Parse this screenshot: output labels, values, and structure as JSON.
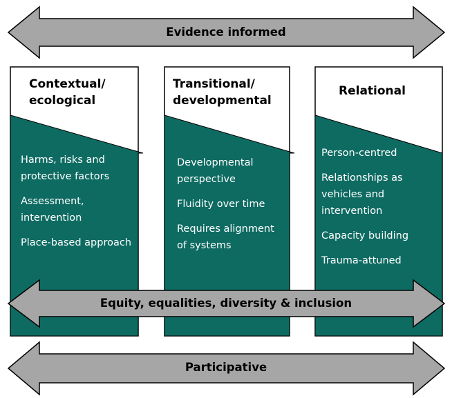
{
  "diagram": {
    "top_arrow": {
      "label": "Evidence informed"
    },
    "middle_arrow": {
      "label": "Equity, equalities, diversity & inclusion"
    },
    "bottom_arrow": {
      "label": "Participative"
    },
    "columns": [
      {
        "heading_line1": "Contextual/",
        "heading_line2": "ecological",
        "items": [
          [
            "Harms, risks and",
            "protective factors"
          ],
          [
            "Assessment,",
            "intervention"
          ],
          [
            "Place-based approach"
          ]
        ]
      },
      {
        "heading_line1": "Transitional/",
        "heading_line2": "developmental",
        "items": [
          [
            "Developmental",
            "perspective"
          ],
          [
            "Fluidity over time"
          ],
          [
            "Requires alignment",
            "of systems"
          ]
        ]
      },
      {
        "heading_line1": "Relational",
        "heading_line2": "",
        "items": [
          [
            "Person-centred"
          ],
          [
            "Relationships as",
            "vehicles and",
            "intervention"
          ],
          [
            "Capacity building"
          ],
          [
            "Trauma-attuned"
          ]
        ]
      }
    ],
    "colors": {
      "teal": "#0e6b62",
      "arrow_fill": "#a6a6a6",
      "stroke": "#000000"
    }
  }
}
